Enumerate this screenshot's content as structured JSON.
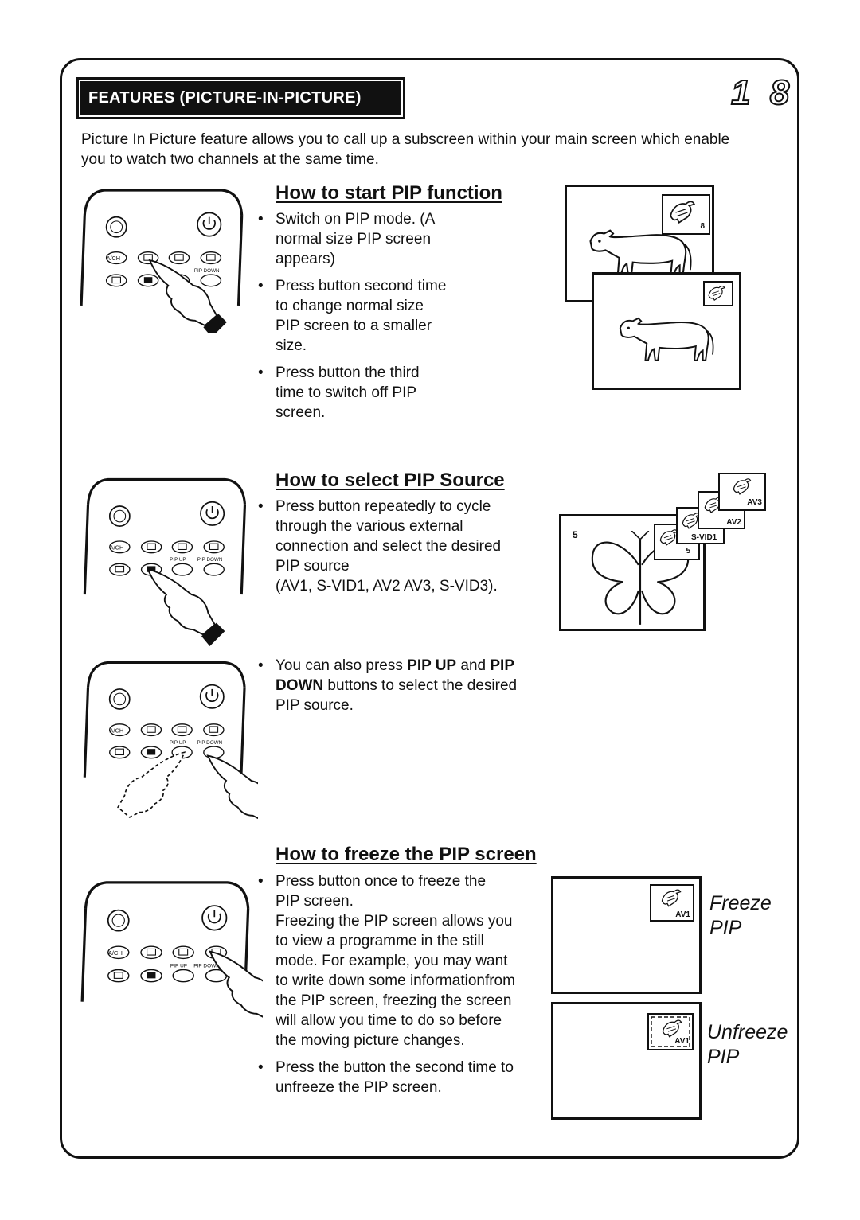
{
  "header": {
    "title": "FEATURES (PICTURE-IN-PICTURE)",
    "page_number": "1 8"
  },
  "intro": "Picture In Picture feature allows you to call up a subscreen within your main screen which enable  you to watch two channels at the same time.",
  "remote_labels": {
    "ach": "A/CH",
    "pip_up": "PIP UP",
    "pip_down": "PIP DOWN"
  },
  "section_start": {
    "heading": "How to start PIP function",
    "bullets": [
      "Switch on PIP mode. (A normal size PIP screen appears)",
      "Press button second time to change normal size PIP screen to a smaller size.",
      "Press button the third time to switch off PIP screen."
    ],
    "tv_channel": "8"
  },
  "section_source": {
    "heading": "How to select PIP Source",
    "bullet1": "Press button repeatedly to cycle through the various external connection and select the desired PIP source",
    "bullet1_sources": "(AV1, S-VID1, AV2 AV3, S-VID3).",
    "bullet2_prefix": "You can also press ",
    "bullet2_pip_up": "PIP UP",
    "bullet2_and": " and ",
    "bullet2_pip_down": "PIP DOWN",
    "bullet2_suffix": " buttons to select the desired PIP source.",
    "main_channel": "5",
    "pip_labels": [
      "5",
      "S-VID1",
      "AV2",
      "AV3"
    ]
  },
  "section_freeze": {
    "heading": "How to freeze the PIP screen",
    "bullet1": "Press button once to freeze the PIP screen.",
    "bullet1_detail": "Freezing the PIP screen allows you to view a programme in the still mode. For example, you may want to write down some informationfrom the PIP screen, freezing the screen will allow you time to do so before the moving picture changes.",
    "bullet2": "Press the button the second time to unfreeze the PIP screen.",
    "freeze_label_line1": "Freeze",
    "freeze_label_line2": "PIP",
    "unfreeze_label_line1": "Unfreeze",
    "unfreeze_label_line2": "PIP",
    "pip_source": "AV1"
  }
}
